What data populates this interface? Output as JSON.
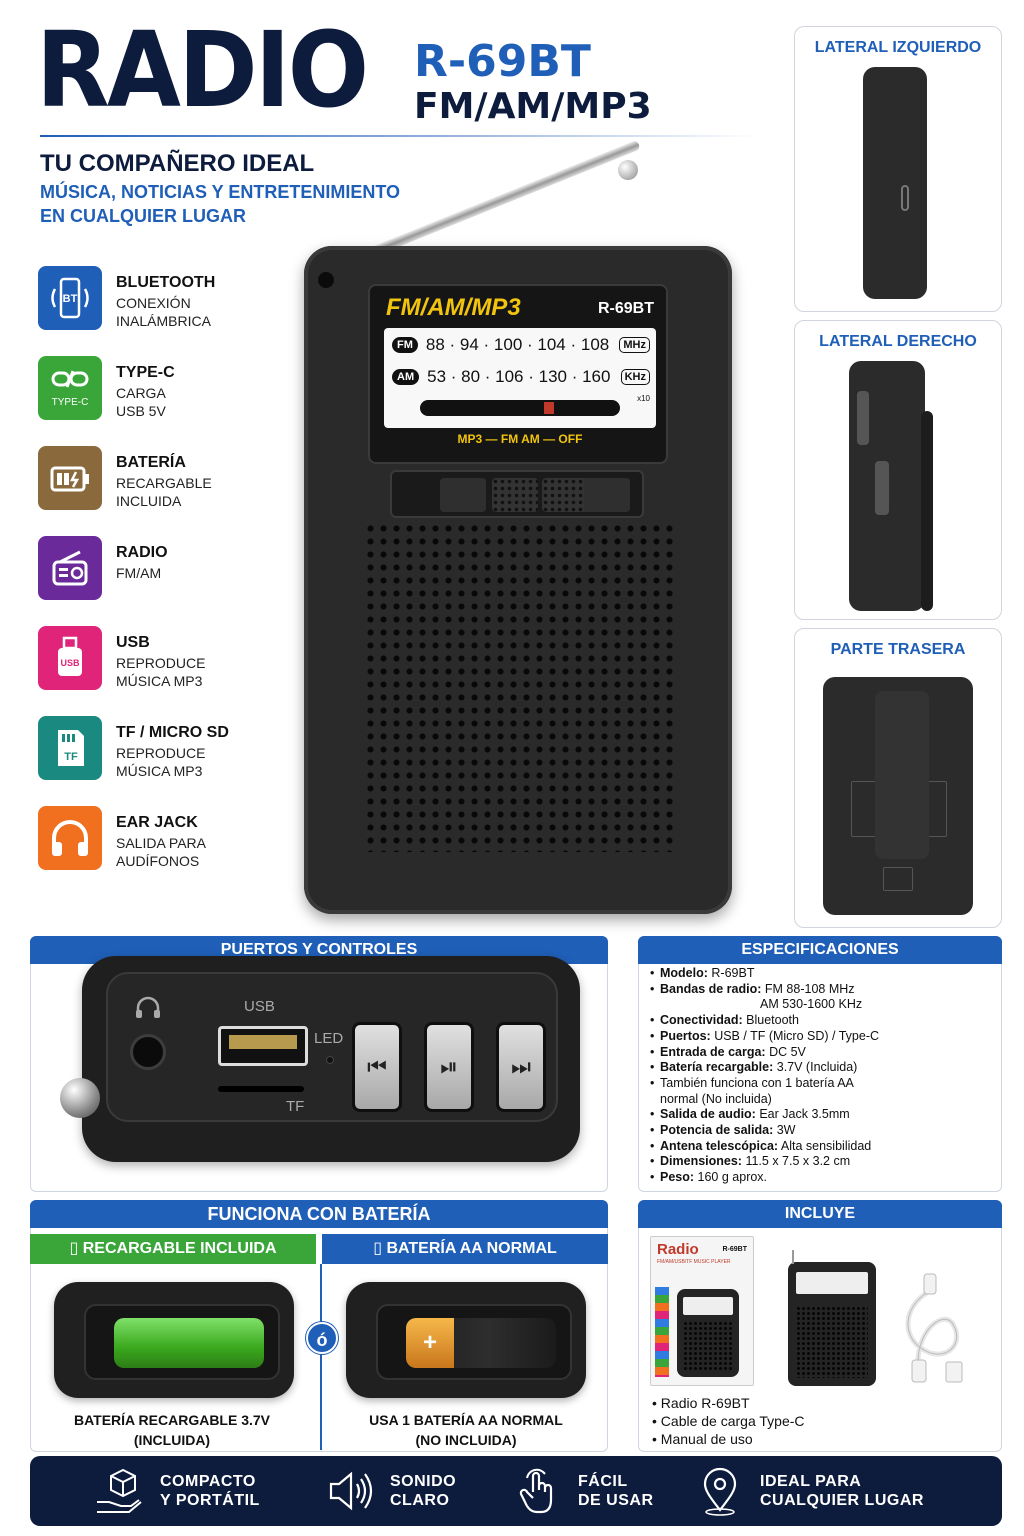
{
  "header": {
    "title": "RADIO",
    "model": "R-69BT",
    "bands": "FM/AM/MP3",
    "tagline": "TU COMPAÑERO IDEAL",
    "subtagline_1": "MÚSICA, NOTICIAS Y ENTRETENIMIENTO",
    "subtagline_2": "EN CUALQUIER LUGAR"
  },
  "features": [
    {
      "title": "BLUETOOTH",
      "line1": "CONEXIÓN",
      "line2": "INALÁMBRICA",
      "icon": "bluetooth-icon",
      "icon_text": "BT",
      "color": "#1f5fb8"
    },
    {
      "title": "TYPE-C",
      "line1": "CARGA",
      "line2": "USB 5V",
      "icon": "type-c-icon",
      "icon_text": "TYPE-C",
      "color": "#3aa63a"
    },
    {
      "title": "BATERÍA",
      "line1": "RECARGABLE",
      "line2": "INCLUIDA",
      "icon": "battery-icon",
      "color": "#8a6a3c"
    },
    {
      "title": "RADIO",
      "line1": "FM/AM",
      "line2": "",
      "icon": "radio-icon",
      "color": "#6a2a9a"
    },
    {
      "title": "USB",
      "line1": "REPRODUCE",
      "line2": "MÚSICA MP3",
      "icon": "usb-icon",
      "icon_text": "USB",
      "color": "#e0247a"
    },
    {
      "title": "TF / MICRO SD",
      "line1": "REPRODUCE",
      "line2": "MÚSICA MP3",
      "icon": "sd-card-icon",
      "icon_text": "TF",
      "color": "#1a8a80"
    },
    {
      "title": "EAR JACK",
      "line1": "SALIDA PARA",
      "line2": "AUDÍFONOS",
      "icon": "headphones-icon",
      "color": "#f07020"
    }
  ],
  "radio_display": {
    "brand": "FM/AM/MP3",
    "model": "R-69BT",
    "fm_tag": "FM",
    "fm_scale": "88 · 94 · 100 · 104 · 108",
    "fm_unit": "MHz",
    "am_tag": "AM",
    "am_scale": "53 · 80 · 106 · 130 · 160",
    "am_unit": "KHz",
    "am_multiplier": "x10",
    "modes": "MP3 — FM AM — OFF"
  },
  "views": {
    "left": "LATERAL IZQUIERDO",
    "right": "LATERAL DERECHO",
    "back": "PARTE TRASERA"
  },
  "ports": {
    "heading": "PUERTOS Y CONTROLES",
    "usb_label": "USB",
    "led_label": "LED",
    "tf_label": "TF",
    "btn_prev": "⏮",
    "btn_play": "⏯",
    "btn_next": "⏭"
  },
  "specs": {
    "heading": "ESPECIFICACIONES",
    "rows": [
      {
        "k": "Modelo:",
        "v": "R-69BT"
      },
      {
        "k": "Bandas de radio:",
        "v": "FM 88-108 MHz"
      },
      {
        "k": "",
        "v": "AM 530-1600 KHz"
      },
      {
        "k": "Conectividad:",
        "v": "Bluetooth"
      },
      {
        "k": "Puertos:",
        "v": "USB / TF (Micro SD) / Type-C"
      },
      {
        "k": "Entrada de carga:",
        "v": "DC 5V"
      },
      {
        "k": "Batería recargable:",
        "v": "3.7V (Incluida)"
      },
      {
        "k": "",
        "v": "También funciona con 1 batería AA"
      },
      {
        "k": "",
        "v": "normal (No incluida)"
      },
      {
        "k": "Salida de audio:",
        "v": "Ear Jack 3.5mm"
      },
      {
        "k": "Potencia de salida:",
        "v": "3W"
      },
      {
        "k": "Antena telescópica:",
        "v": "Alta sensibilidad"
      },
      {
        "k": "Dimensiones:",
        "v": "11.5 x 7.5 x 3.2 cm"
      },
      {
        "k": "Peso:",
        "v": "160 g aprox."
      }
    ]
  },
  "battery": {
    "heading": "FUNCIONA CON BATERÍA",
    "rechargeable_tab": "RECARGABLE INCLUIDA",
    "aa_tab": "BATERÍA AA NORMAL",
    "or": "ó",
    "rechargeable_caption_1": "BATERÍA RECARGABLE 3.7V",
    "rechargeable_caption_2": "(INCLUIDA)",
    "aa_caption_1": "USA 1 BATERÍA AA NORMAL",
    "aa_caption_2": "(NO INCLUIDA)",
    "plus": "+",
    "tab_green": "#3aa63a",
    "tab_blue": "#1f5fb8"
  },
  "includes": {
    "heading": "INCLUYE",
    "box_title": "Radio",
    "box_model": "R-69BT",
    "box_subtitle": "FM/AM/USB/TF MUSIC PLAYER",
    "items": [
      "Radio R-69BT",
      "Cable de carga Type-C",
      "Manual de uso"
    ]
  },
  "footer": [
    {
      "line1": "COMPACTO",
      "line2": "Y PORTÁTIL",
      "icon": "box-hand-icon"
    },
    {
      "line1": "SONIDO",
      "line2": "CLARO",
      "icon": "speaker-icon"
    },
    {
      "line1": "FÁCIL",
      "line2": "DE USAR",
      "icon": "touch-hand-icon"
    },
    {
      "line1": "IDEAL PARA",
      "line2": "CUALQUIER LUGAR",
      "icon": "location-pin-icon"
    }
  ]
}
